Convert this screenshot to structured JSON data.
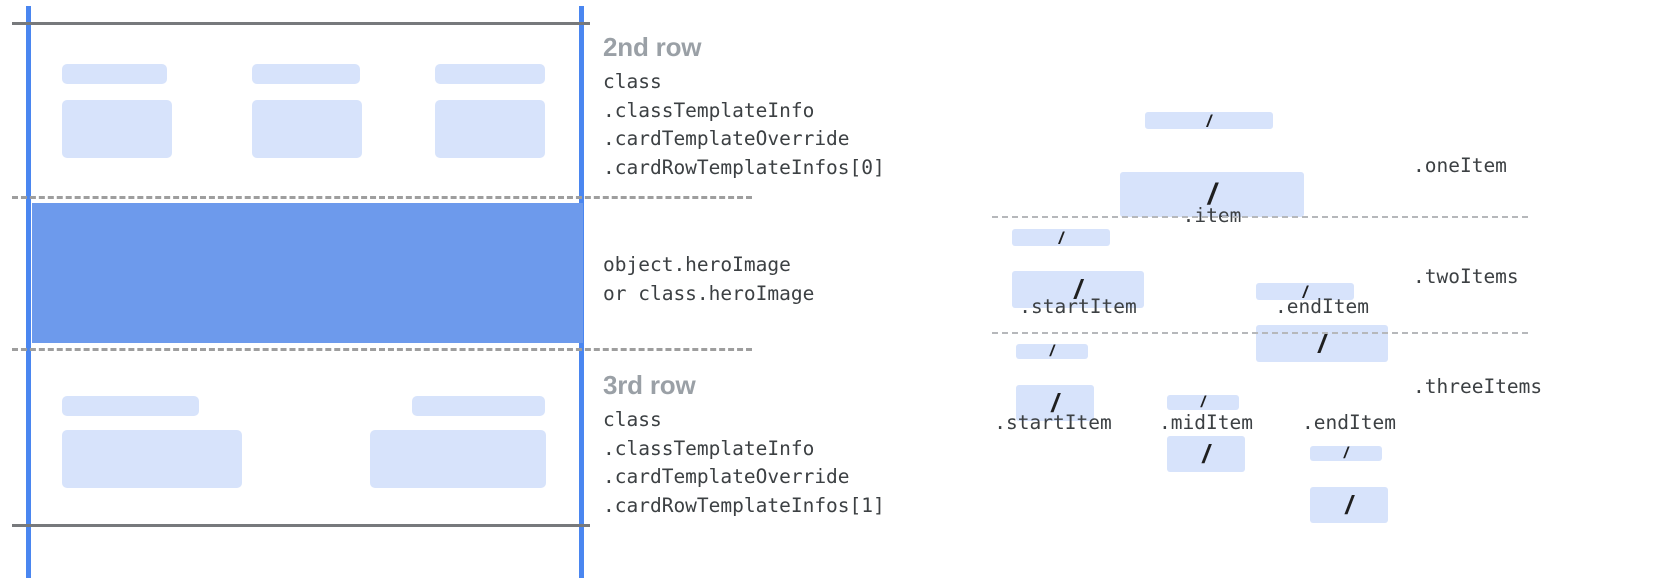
{
  "diagram": {
    "title_hidden": "Card row template anatomy",
    "left_panel": {
      "rows": [
        {
          "id": "second-row",
          "heading": "2nd row",
          "code_lines": [
            "class",
            ".classTemplateInfo",
            ".cardTemplateOverride",
            ".cardRowTemplateInfos[0]"
          ]
        },
        {
          "id": "hero-row",
          "heading": "",
          "code_lines": [
            "object.heroImage",
            "or class.heroImage"
          ]
        },
        {
          "id": "third-row",
          "heading": "3rd row",
          "code_lines": [
            "class",
            ".classTemplateInfo",
            ".cardTemplateOverride",
            ".cardRowTemplateInfos[1]"
          ]
        }
      ]
    },
    "right_panel": {
      "groups": [
        {
          "id": "one-item",
          "label": ".oneItem",
          "items": [
            {
              "caption": ".item",
              "glyph": "/"
            }
          ]
        },
        {
          "id": "two-items",
          "label": ".twoItems",
          "items": [
            {
              "caption": ".startItem",
              "glyph": "/"
            },
            {
              "caption": ".endItem",
              "glyph": "/"
            }
          ]
        },
        {
          "id": "three-items",
          "label": ".threeItems",
          "items": [
            {
              "caption": ".startItem",
              "glyph": "/"
            },
            {
              "caption": ".midItem",
              "glyph": "/"
            },
            {
              "caption": ".endItem",
              "glyph": "/"
            }
          ]
        }
      ]
    },
    "colors": {
      "guide_blue": "#4a86f0",
      "hero_blue": "#6d9aec",
      "chip_blue": "#d7e3fb",
      "rule_gray": "#77797c",
      "dash_gray": "#9e9e9e",
      "heading_gray": "#9aa0a6",
      "code_gray": "#3c4043"
    }
  }
}
